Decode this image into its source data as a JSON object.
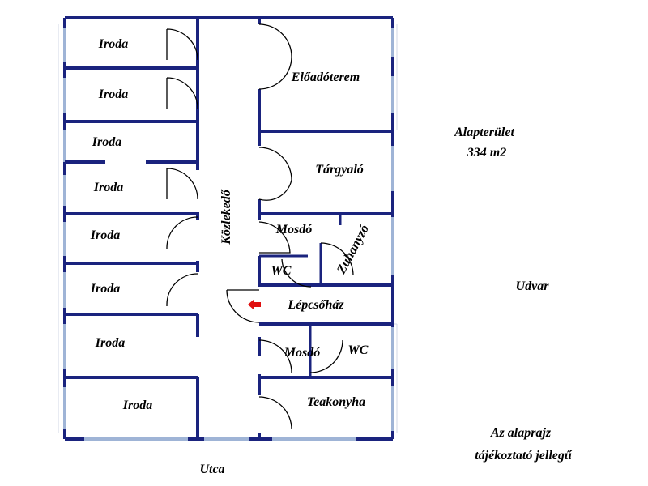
{
  "rooms": {
    "iroda_1": "Iroda",
    "iroda_2": "Iroda",
    "iroda_3": "Iroda",
    "iroda_4": "Iroda",
    "iroda_5": "Iroda",
    "iroda_6": "Iroda",
    "iroda_7": "Iroda",
    "iroda_8": "Iroda",
    "eloadoterem": "Előadóterem",
    "targyalo": "Tárgyaló",
    "mosdo_1": "Mosdó",
    "zuhanyzo": "Zuhanyzó",
    "wc_1": "WC",
    "lepcsohaz": "Lépcsőház",
    "mosdo_2": "Mosdó",
    "wc_2": "WC",
    "teakonyha": "Teakonyha",
    "kozlekedo": "Közlekedő"
  },
  "info": {
    "area_label": "Alapterület",
    "area_value": "334 m2",
    "yard": "Udvar",
    "street": "Utca",
    "disclaimer_line1": "Az alaprajz",
    "disclaimer_line2": "tájékoztató jellegű"
  },
  "colors": {
    "wall": "#1a237e",
    "window": "#9fb4d6",
    "arrow": "#e01010"
  }
}
